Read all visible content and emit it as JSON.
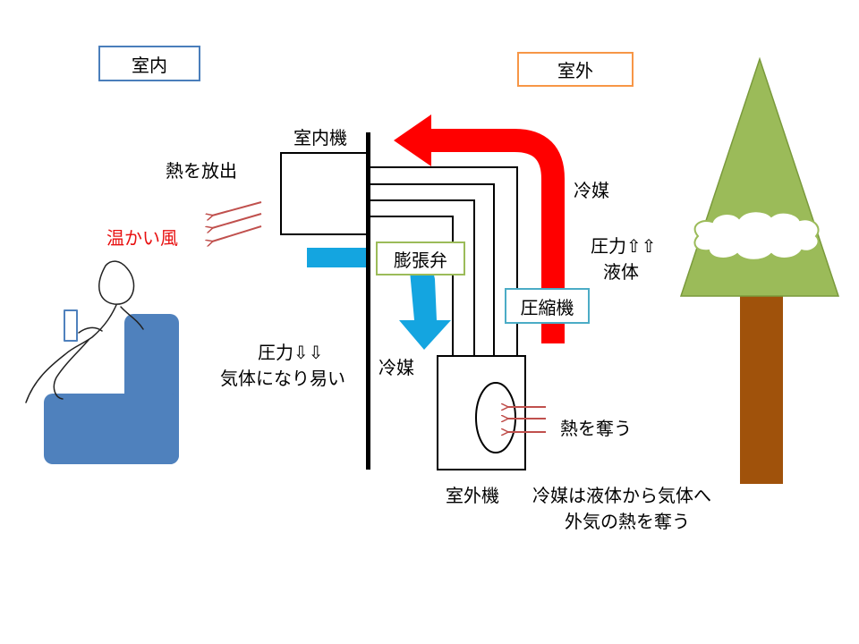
{
  "labels": {
    "indoor": "室内",
    "outdoor": "室外",
    "indoor_unit": "室内機",
    "heat_release": "熱を放出",
    "warm_air": "温かい風",
    "expansion_valve": "膨張弁",
    "refrigerant_top": "冷媒",
    "pressure_up": "圧力⇧⇧",
    "liquid": "液体",
    "compressor": "圧縮機",
    "pressure_down": "圧力⇩⇩",
    "gasify": "気体になり易い",
    "refrigerant_mid": "冷媒",
    "take_heat": "熱を奪う",
    "outdoor_unit": "室外機",
    "note_line1": "冷媒は液体から気体へ",
    "note_line2": "外気の熱を奪う"
  },
  "colors": {
    "indoor_box_border": "#4a7ebb",
    "outdoor_box_border": "#f79646",
    "hot_arrow": "#ff0000",
    "cold_arrow": "#14a5e0",
    "valve_border": "#9bbb59",
    "compressor_border": "#4bacc6",
    "heat_arrows": "#c0504d",
    "warm_air_text": "#e81010",
    "sofa": "#4f81bd",
    "tree_crown": "#9bbb59",
    "tree_trunk": "#a0520b",
    "cloud": "#ffffff"
  },
  "icons": [
    "sofa-icon",
    "person-icon",
    "tree-icon",
    "cloud-icon"
  ]
}
